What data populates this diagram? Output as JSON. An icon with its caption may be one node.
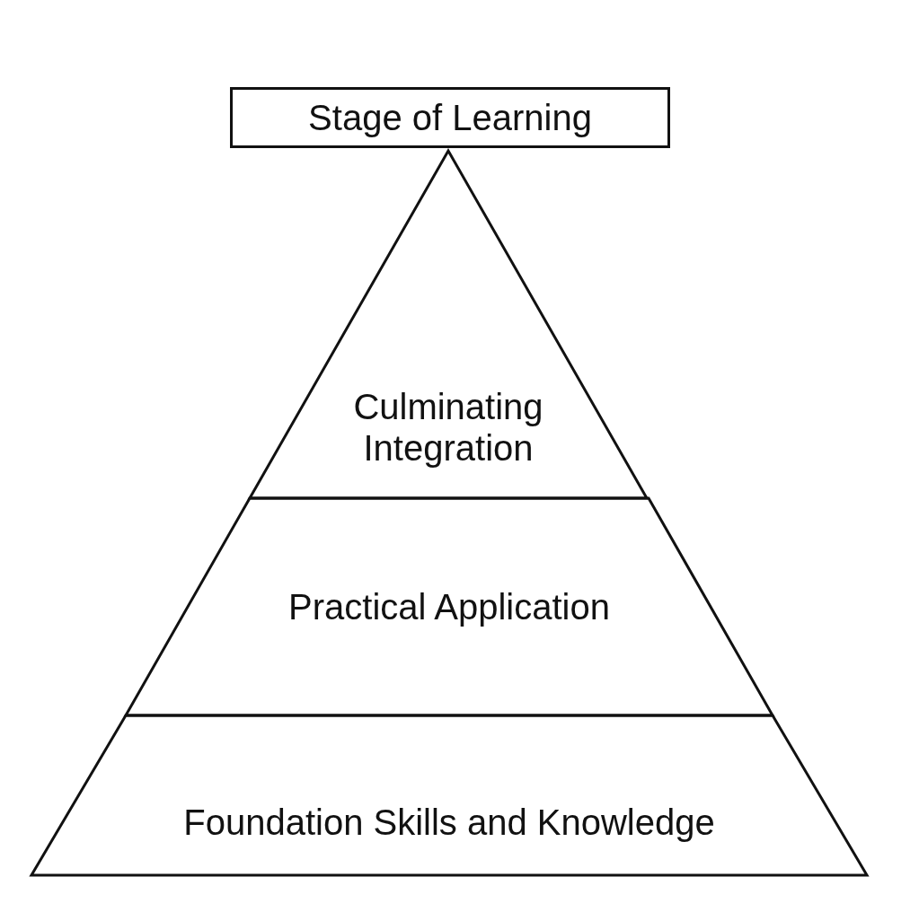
{
  "diagram": {
    "nodes": [
      {
        "text": [
          "Stage of Learning"
        ]
      },
      {
        "text": [
          "Culminating Integration"
        ]
      },
      {
        "text": [
          "Practical Application"
        ]
      },
      {
        "text": [
          "Foundation Skills and Knowledge"
        ]
      }
    ]
  }
}
